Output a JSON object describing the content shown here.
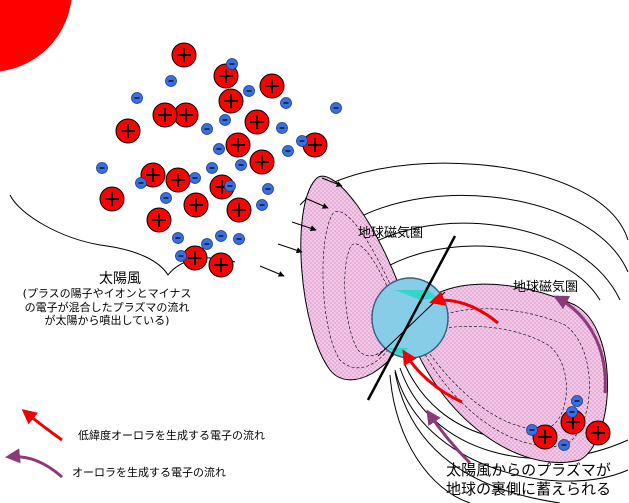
{
  "labels": {
    "solar_wind_title": "太陽風",
    "solar_wind_desc": "(プラスの陽子やイオンとマイナスの電子が混合したプラズマの流れが太陽から噴出している)",
    "mag_left": "地球磁気圏",
    "mag_right": "地球磁気圏",
    "legend_red": "低緯度オーロラを生成する電子の流れ",
    "legend_purple": "オーロラを生成する電子の流れ",
    "plasma_line1": "太陽風からのプラズマが",
    "plasma_line2": "地球の裏側に蓄えられる"
  },
  "colors": {
    "sun": "#ff0000",
    "proton": "#ff0000",
    "electron": "#3a6fe0",
    "earth": "#87cde8",
    "magnetosphere_fill": "#f3c6e6",
    "red_arrow": "#f00000",
    "purple_arrow": "#8a3a78"
  },
  "icons": {
    "proton": "plus-sign",
    "electron": "minus-sign"
  }
}
